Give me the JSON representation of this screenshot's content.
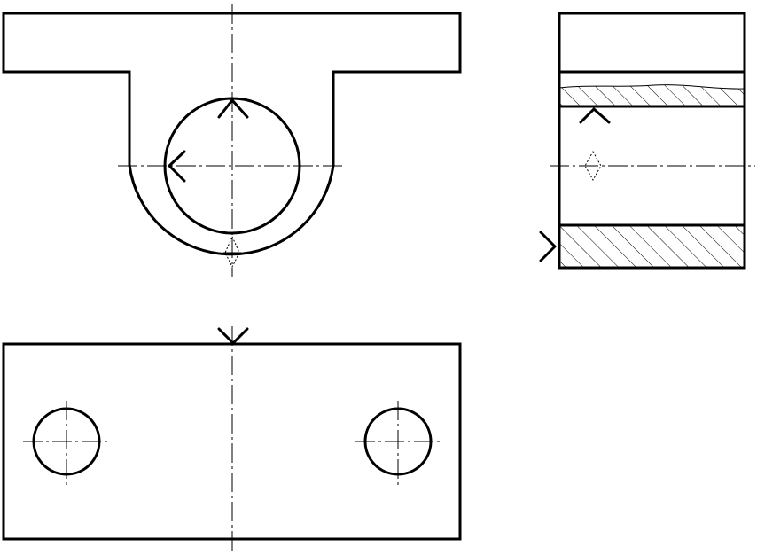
{
  "drawing": {
    "type": "orthographic-projection",
    "views": [
      "front-view",
      "side-section-view",
      "top-view"
    ],
    "colors": {
      "line": "#000000",
      "background": "#ffffff"
    },
    "symbols": [
      "viewing-direction-mark",
      "hidden-feature-diamond"
    ]
  }
}
